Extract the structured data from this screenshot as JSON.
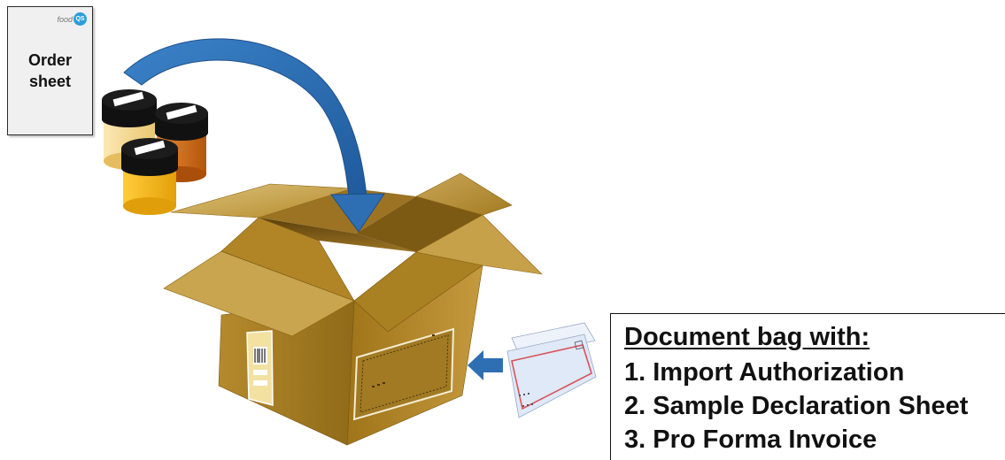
{
  "order_sheet": {
    "logo_text": "food",
    "logo_badge": "QS",
    "title": "Order\nsheet"
  },
  "document_bag": {
    "heading": "Document bag with:",
    "items": [
      "1. Import Authorization",
      "2. Sample Declaration Sheet",
      "3. Pro Forma Invoice"
    ]
  },
  "colors": {
    "arrow": "#2e6fb4",
    "box_dark": "#8a6412",
    "box_mid": "#b48a2c",
    "box_light": "#d8bb6a",
    "jar_cap": "#111111",
    "jar_pale": "#f7d98a",
    "jar_orange": "#d06a12",
    "jar_yellow": "#f3b412"
  },
  "icons": [
    "curved-arrow-icon",
    "sample-jar-icon",
    "cardboard-box-icon",
    "envelope-icon",
    "barcode-label-icon",
    "arrow-left-icon"
  ]
}
